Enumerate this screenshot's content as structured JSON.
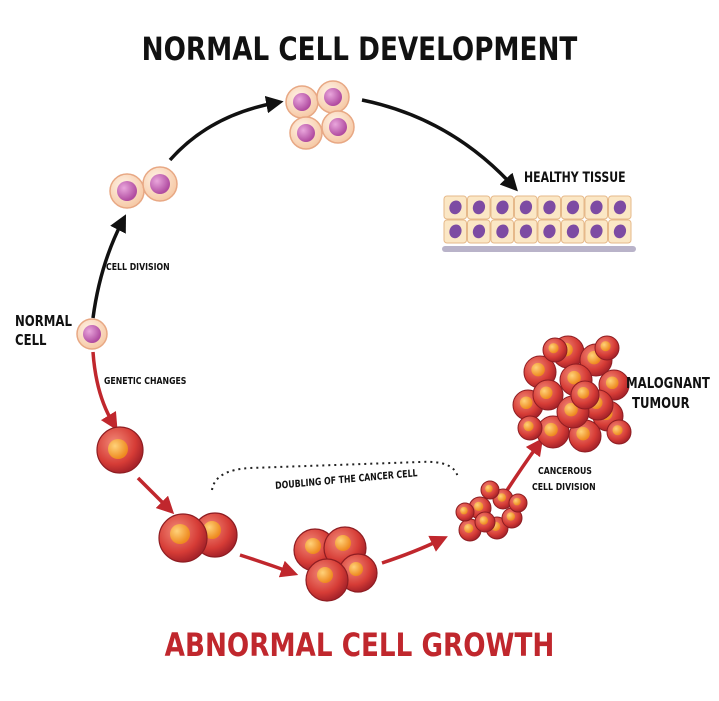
{
  "titles": {
    "top": "NORMAL CELL DEVELOPMENT",
    "bottom": "ABNORMAL CELL GROWTH"
  },
  "labels": {
    "normal_cell_line1": "NORMAL",
    "normal_cell_line2": "CELL",
    "cell_division": "CELL DIVISION",
    "genetic_changes": "GENETIC CHANGES",
    "healthy_tissue": "HEALTHY TISSUE",
    "doubling": "DOUBLING OF THE CANCER CELL",
    "cancerous_division_line1": "CANCEROUS",
    "cancerous_division_line2": "CELL DIVISION",
    "malignant_line1": "MALOGNANT",
    "malignant_line2": "TUMOUR"
  },
  "colors": {
    "normal_title": "#111111",
    "abnormal_title": "#c0272d",
    "normal_arrow": "#111111",
    "abnormal_arrow": "#c0272d",
    "normal_cell_fill": "#fde0c8",
    "normal_nucleus": "#c45ab3",
    "cancer_cell_fill": "#d9403a",
    "cancer_nucleus": "#f39a2b",
    "tissue_fill": "#fbe7c5",
    "tissue_nucleus": "#7d4ba3"
  }
}
